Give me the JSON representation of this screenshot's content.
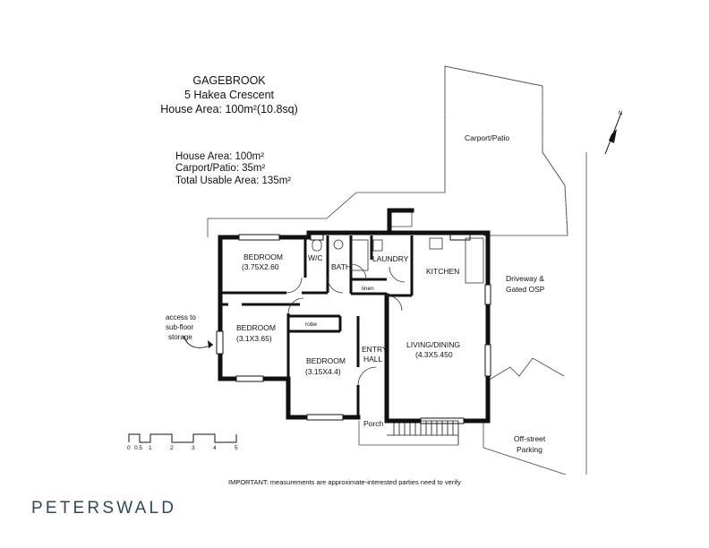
{
  "header": {
    "suburb": "GAGEBROOK",
    "address": "5 Hakea Crescent",
    "house_area_line": "House Area: 100m²(10.8sq)"
  },
  "areas": {
    "house": "House Area: 100m²",
    "carport": "Carport/Patio: 35m²",
    "total": "Total Usable Area: 135m²"
  },
  "rooms": {
    "bedroom1_name": "BEDROOM",
    "bedroom1_size": "(3.75X2.60",
    "bedroom2_name": "BEDROOM",
    "bedroom2_size": "(3.1X3.65)",
    "bedroom3_name": "BEDROOM",
    "bedroom3_size": "(3.15X4.4)",
    "wc": "W/C",
    "bath": "BATH",
    "laundry": "LAUNDRY",
    "kitchen": "KITCHEN",
    "linen": "linen",
    "robe": "robe",
    "entry_1": "ENTRY",
    "entry_2": "HALL",
    "living_name": "LIVING/DINING",
    "living_size": "(4.3X5.450",
    "porch": "Porch"
  },
  "exterior": {
    "carport": "Carport/Patio",
    "driveway_1": "Driveway &",
    "driveway_2": "Gated OSP",
    "offstreet_1": "Off-street",
    "offstreet_2": "Parking",
    "access_1": "access to",
    "access_2": "sub-floor",
    "access_3": "storage"
  },
  "scale": {
    "ticks": [
      "0",
      "0.5",
      "1",
      "2",
      "3",
      "4",
      "5"
    ]
  },
  "north_label": "N",
  "disclaimer": "IMPORTANT: measurements are approximate-interested parties need to verify",
  "brand": "PETERSWALD"
}
